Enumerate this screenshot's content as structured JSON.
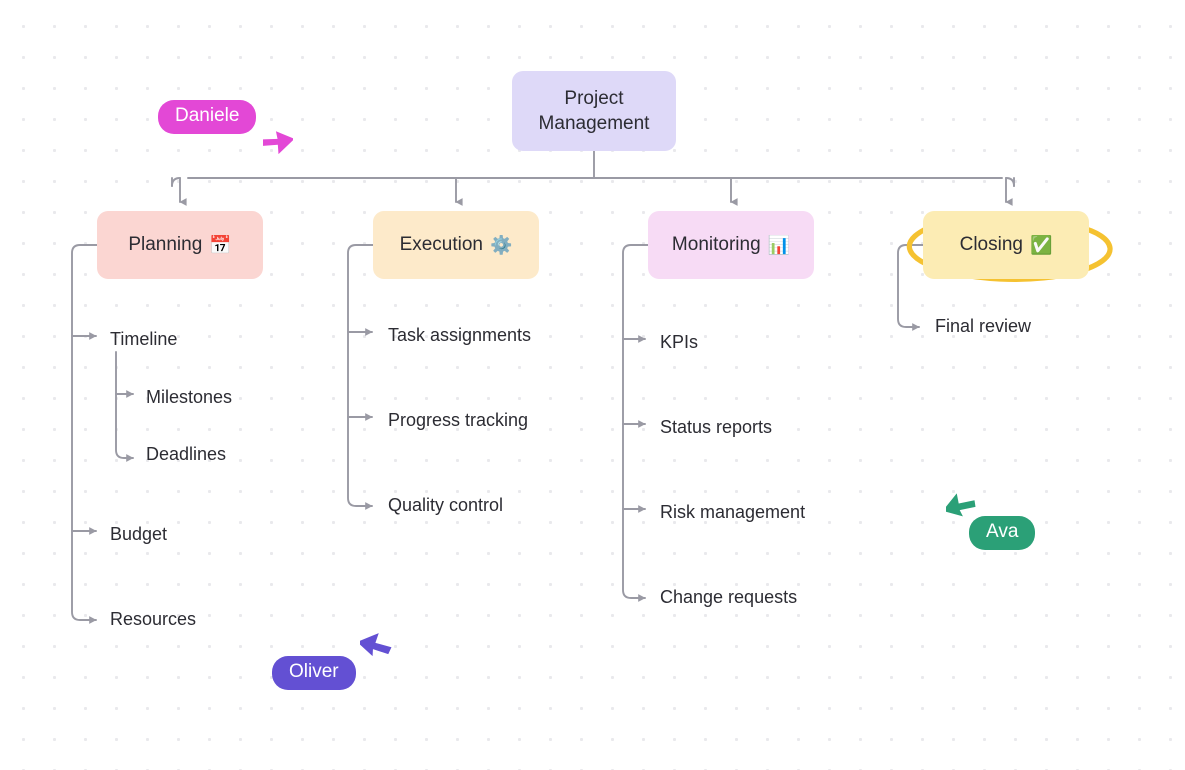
{
  "diagram": {
    "type": "mindmap-tree",
    "root": {
      "label": "Project Management",
      "line1": "Project",
      "line2": "Management",
      "color": "#ded9f8"
    },
    "branches": [
      {
        "label": "Planning",
        "emoji": "📅",
        "emoji_name": "calendar-emoji",
        "color": "#fbd6d2",
        "children": [
          {
            "label": "Timeline",
            "children": [
              {
                "label": "Milestones"
              },
              {
                "label": "Deadlines"
              }
            ]
          },
          {
            "label": "Budget"
          },
          {
            "label": "Resources"
          }
        ]
      },
      {
        "label": "Execution",
        "emoji": "⚙️",
        "emoji_name": "gear-emoji",
        "color": "#fdeaca",
        "children": [
          {
            "label": "Task assignments"
          },
          {
            "label": "Progress tracking"
          },
          {
            "label": "Quality control"
          }
        ]
      },
      {
        "label": "Monitoring",
        "emoji": "📊",
        "emoji_name": "bar-chart-emoji",
        "color": "#f7dbf5",
        "children": [
          {
            "label": "KPIs"
          },
          {
            "label": "Status reports"
          },
          {
            "label": "Risk management"
          },
          {
            "label": "Change requests"
          }
        ]
      },
      {
        "label": "Closing",
        "emoji": "✅",
        "emoji_name": "check-mark-emoji",
        "color": "#fcecb4",
        "children": [
          {
            "label": "Final review"
          }
        ]
      }
    ]
  },
  "annotations": [
    {
      "name": "closing-highlight-ellipse",
      "shape": "hand-drawn-ellipse",
      "color": "#f5c231",
      "target": "Closing"
    }
  ],
  "collaborators": [
    {
      "name": "Daniele",
      "color": "#e348d6",
      "cursor_direction": "down-right"
    },
    {
      "name": "Oliver",
      "color": "#6350d3",
      "cursor_direction": "up-right"
    },
    {
      "name": "Ava",
      "color": "#2ba077",
      "cursor_direction": "up-left"
    }
  ],
  "colors": {
    "background": "#ffffff",
    "dot_grid": "#e9e9ec",
    "edge": "#8e8e98",
    "text": "#2c2c33"
  }
}
